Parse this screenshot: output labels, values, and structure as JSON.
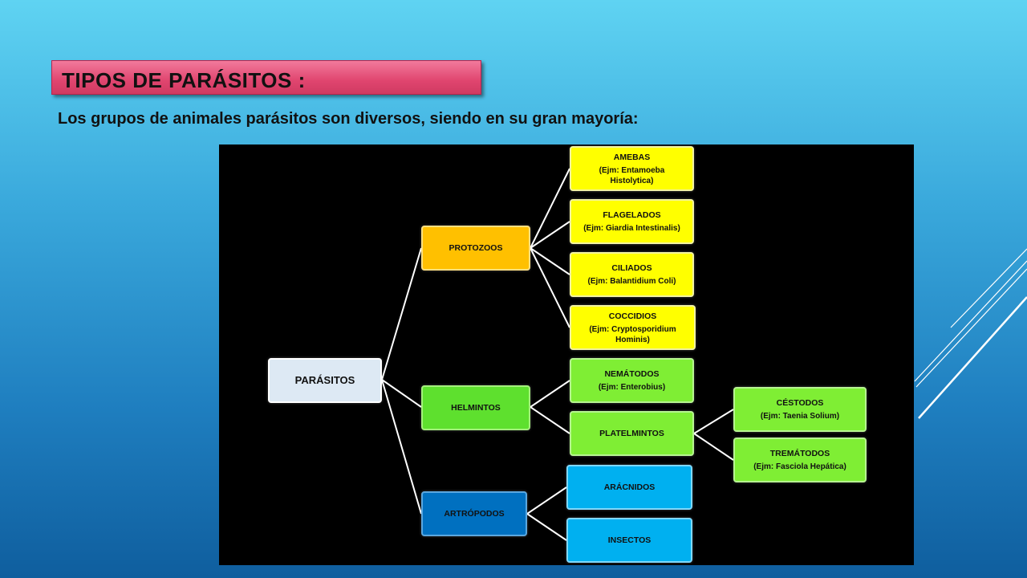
{
  "slide": {
    "title": "TIPOS DE PARÁSITOS :",
    "subtitle": "Los grupos de animales parásitos son diversos, siendo en su gran mayoría:"
  },
  "diagram": {
    "root": "PARÁSITOS",
    "protozoos": {
      "label": "PROTOZOOS",
      "children": [
        {
          "label": "AMEBAS",
          "example": "(Ejm: Entamoeba Histolytica)"
        },
        {
          "label": "FLAGELADOS",
          "example": "(Ejm: Giardia Intestinalis)"
        },
        {
          "label": "CILIADOS",
          "example": "(Ejm: Balantidium Coli)"
        },
        {
          "label": "COCCIDIOS",
          "example": "(Ejm: Cryptosporidium Hominis)"
        }
      ]
    },
    "helmintos": {
      "label": "HELMINTOS",
      "nematodos": {
        "label": "NEMÁTODOS",
        "example": "(Ejm:  Enterobius)"
      },
      "platelmintos": {
        "label": "PLATELMINTOS",
        "children": [
          {
            "label": "CÉSTODOS",
            "example": "(Ejm: Taenia Solium)"
          },
          {
            "label": "TREMÁTODOS",
            "example": "(Ejm: Fasciola Hepática)"
          }
        ]
      }
    },
    "artropodos": {
      "label": "ARTRÓPODOS",
      "children": [
        {
          "label": "ARÁCNIDOS"
        },
        {
          "label": "INSECTOS"
        }
      ]
    },
    "colors": {
      "yellow": "#ffff00",
      "orange": "#ffc000",
      "green": "#5ee02e",
      "light_green": "#7fee34",
      "blue": "#00b0f0",
      "dark_blue": "#0070c0",
      "root": "#dde9f4",
      "title_bar": "#e0456f"
    }
  }
}
